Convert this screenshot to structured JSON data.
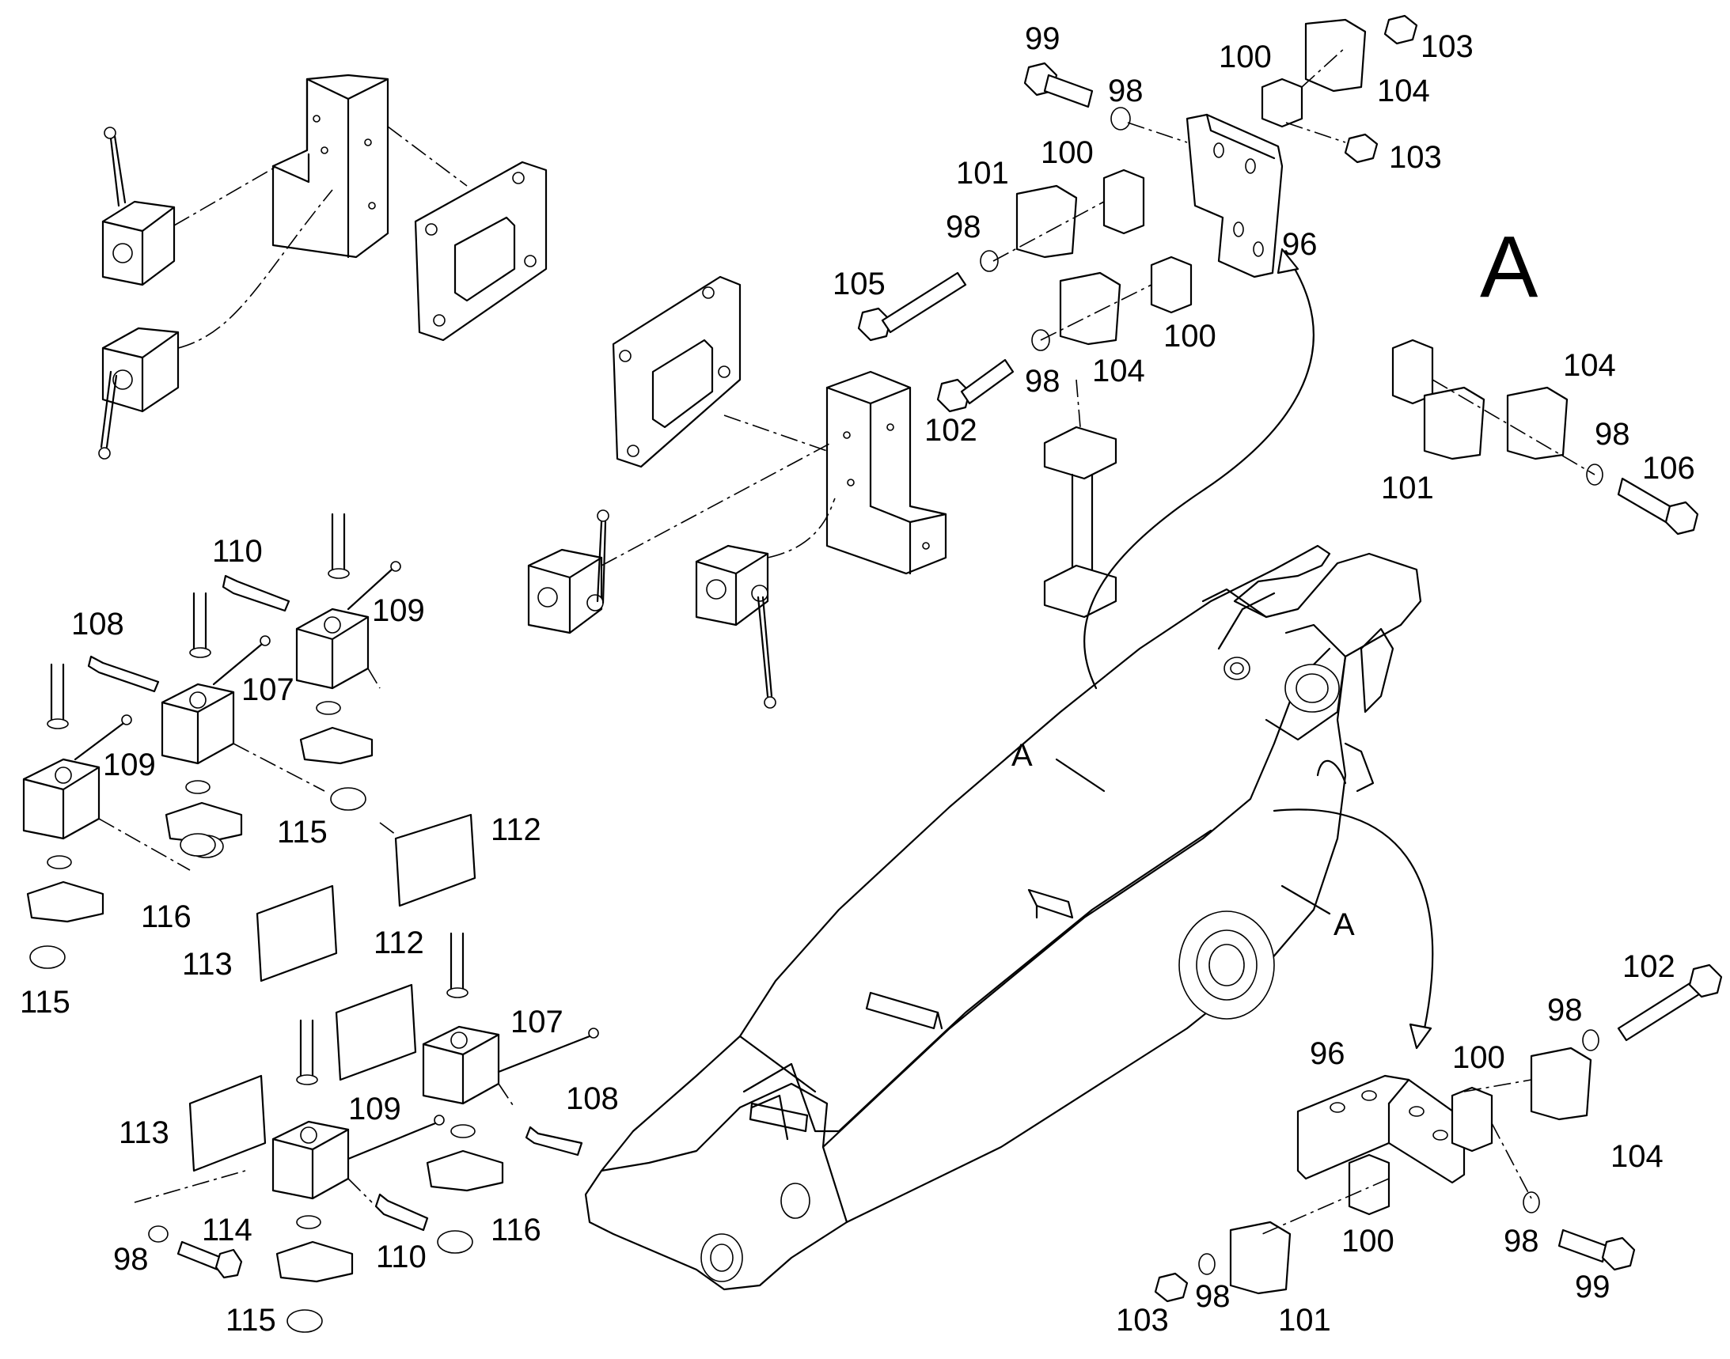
{
  "diagram": {
    "view_label": "A",
    "detail_marker": "A",
    "labels": [
      {
        "id": "l99a",
        "text": "99"
      },
      {
        "id": "l100a",
        "text": "100"
      },
      {
        "id": "l103a",
        "text": "103"
      },
      {
        "id": "l98a",
        "text": "98"
      },
      {
        "id": "l104a",
        "text": "104"
      },
      {
        "id": "l103b",
        "text": "103"
      },
      {
        "id": "l101a",
        "text": "101"
      },
      {
        "id": "l100b",
        "text": "100"
      },
      {
        "id": "l98b",
        "text": "98"
      },
      {
        "id": "l96a",
        "text": "96"
      },
      {
        "id": "l105",
        "text": "105"
      },
      {
        "id": "l100c",
        "text": "100"
      },
      {
        "id": "l98c",
        "text": "98"
      },
      {
        "id": "l104b",
        "text": "104"
      },
      {
        "id": "l102a",
        "text": "102"
      },
      {
        "id": "l104c",
        "text": "104"
      },
      {
        "id": "l98d",
        "text": "98"
      },
      {
        "id": "l106",
        "text": "106"
      },
      {
        "id": "l101b",
        "text": "101"
      },
      {
        "id": "l110a",
        "text": "110"
      },
      {
        "id": "l109a",
        "text": "109"
      },
      {
        "id": "l108a",
        "text": "108"
      },
      {
        "id": "l107a",
        "text": "107"
      },
      {
        "id": "l109b",
        "text": "109"
      },
      {
        "id": "l115a",
        "text": "115"
      },
      {
        "id": "l112a",
        "text": "112"
      },
      {
        "id": "l116a",
        "text": "116"
      },
      {
        "id": "l113a",
        "text": "113"
      },
      {
        "id": "l115b",
        "text": "115"
      },
      {
        "id": "l112b",
        "text": "112"
      },
      {
        "id": "l107b",
        "text": "107"
      },
      {
        "id": "l108b",
        "text": "108"
      },
      {
        "id": "l113b",
        "text": "113"
      },
      {
        "id": "l109c",
        "text": "109"
      },
      {
        "id": "l98e",
        "text": "98"
      },
      {
        "id": "l114",
        "text": "114"
      },
      {
        "id": "l110b",
        "text": "110"
      },
      {
        "id": "l116b",
        "text": "116"
      },
      {
        "id": "l115c",
        "text": "115"
      },
      {
        "id": "l102b",
        "text": "102"
      },
      {
        "id": "l98f",
        "text": "98"
      },
      {
        "id": "l96b",
        "text": "96"
      },
      {
        "id": "l100d",
        "text": "100"
      },
      {
        "id": "l104d",
        "text": "104"
      },
      {
        "id": "l100e",
        "text": "100"
      },
      {
        "id": "l98g",
        "text": "98"
      },
      {
        "id": "l99b",
        "text": "99"
      },
      {
        "id": "l103c",
        "text": "103"
      },
      {
        "id": "l98h",
        "text": "98"
      },
      {
        "id": "l101c",
        "text": "101"
      },
      {
        "id": "lA1",
        "text": "A"
      },
      {
        "id": "lA2",
        "text": "A"
      }
    ]
  }
}
